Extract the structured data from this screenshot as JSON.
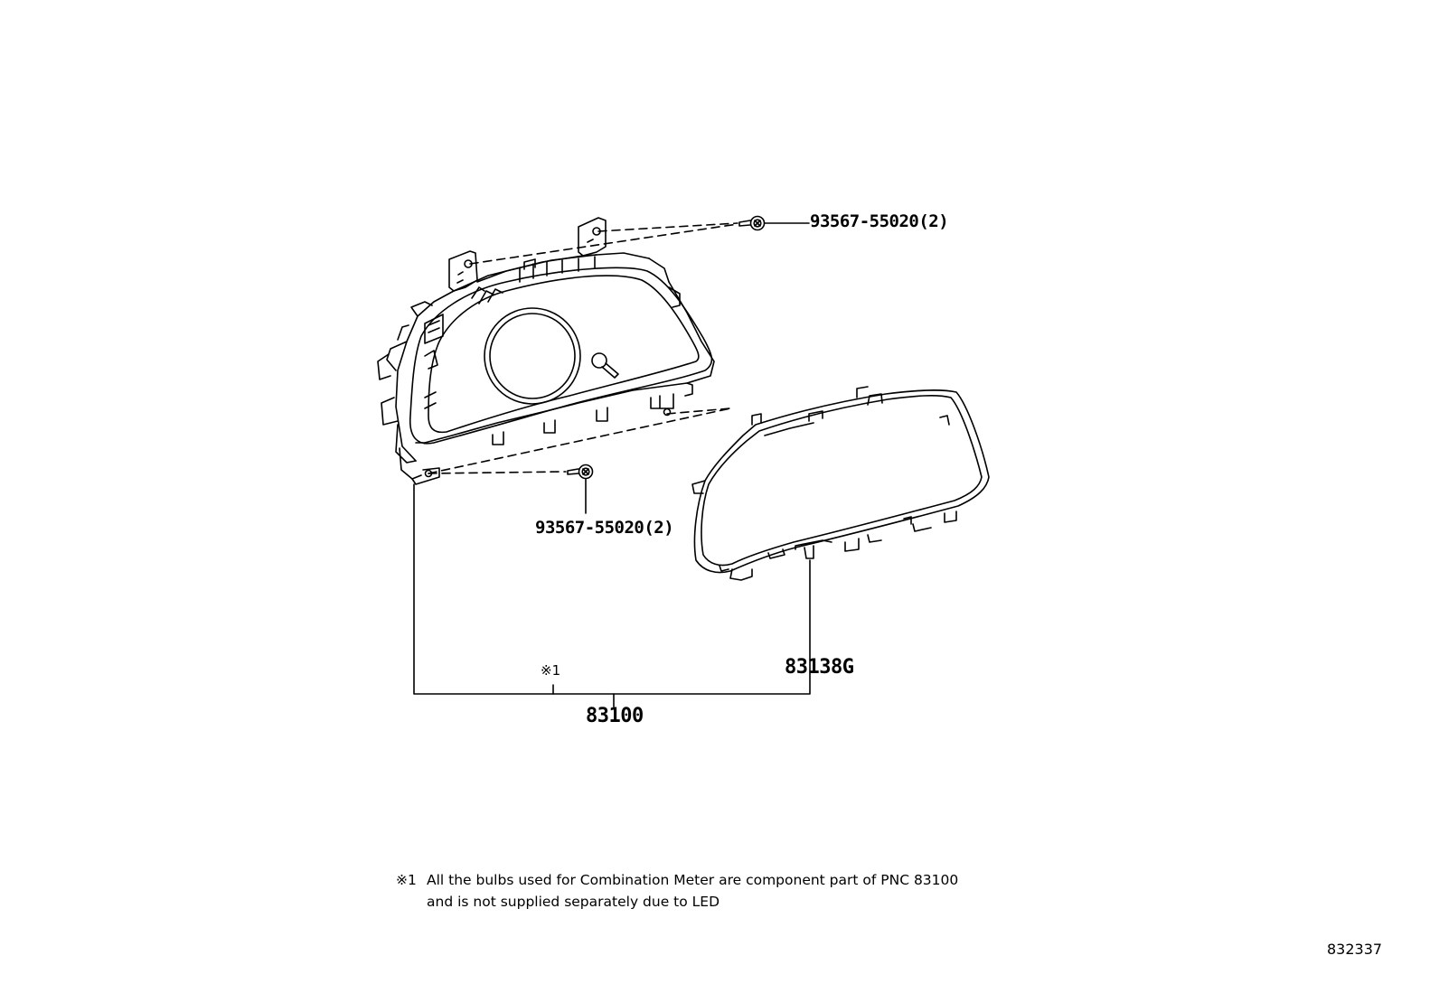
{
  "parts": {
    "screw_top": {
      "number": "93567-55020(2)",
      "name": "screw-icon"
    },
    "screw_bottom": {
      "number": "93567-55020(2)",
      "name": "screw-icon"
    },
    "cover": {
      "number": "83138G"
    },
    "assembly": {
      "number": "83100"
    }
  },
  "reference_mark": "※1",
  "footnote": {
    "mark": "※1",
    "line1": "All the bulbs used for Combination Meter are component part of PNC 83100",
    "line2": "and is not supplied separately due to LED"
  },
  "illustration_id": "832337",
  "colors": {
    "line": "#000000",
    "background": "#ffffff"
  }
}
